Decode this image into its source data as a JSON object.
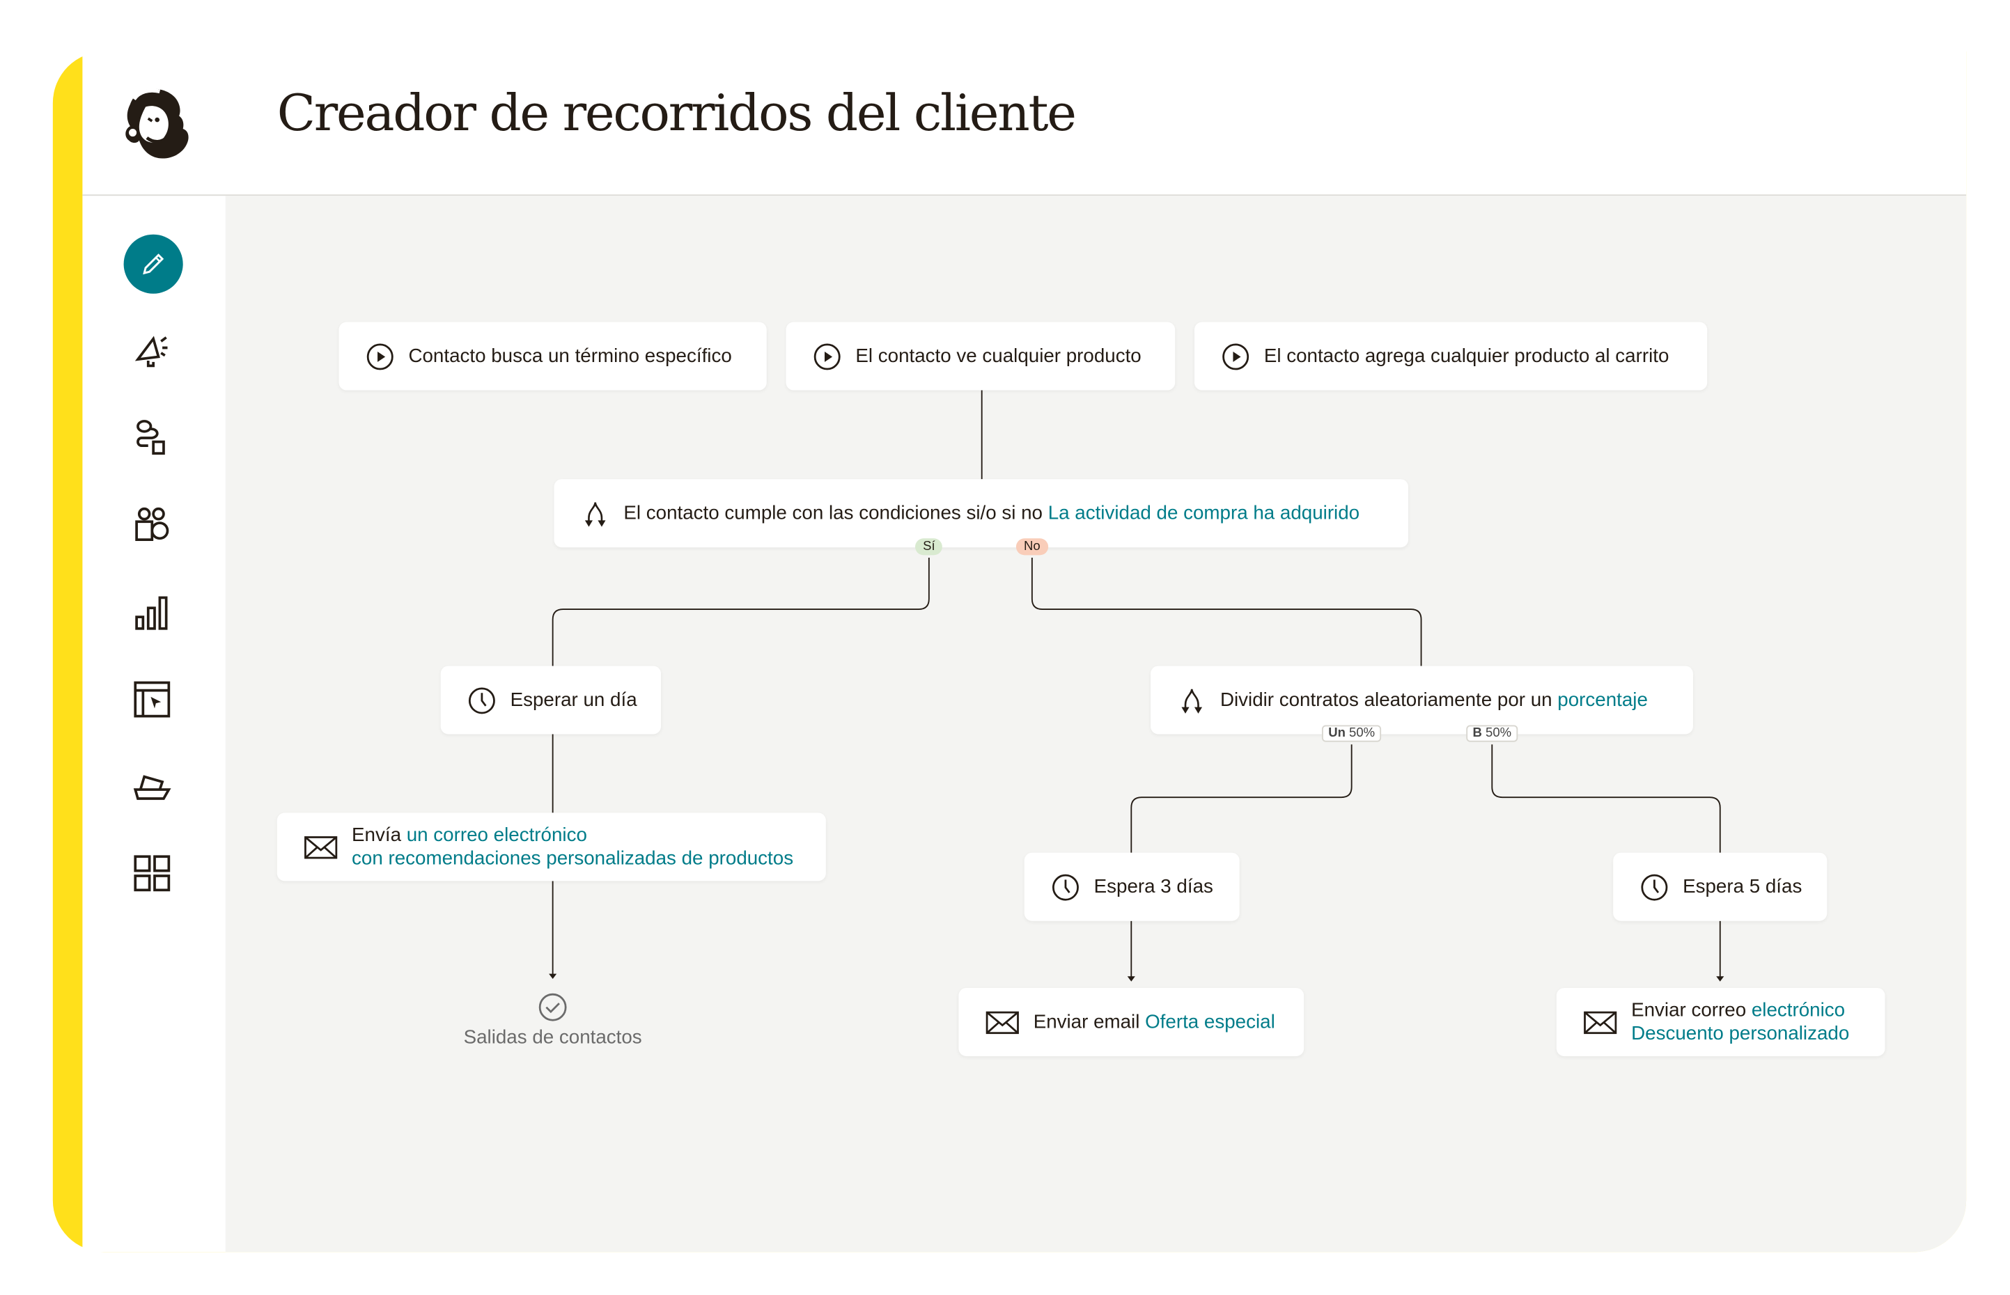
{
  "header": {
    "title": "Creador de recorridos del cliente",
    "logo": "mailchimp-freddie-logo"
  },
  "colors": {
    "accent": "#007c89",
    "yellow": "#ffe01b",
    "canvas": "#f4f4f2",
    "yes_badge": "#d9ead0",
    "no_badge": "#f9cdb9"
  },
  "sidebar": {
    "items": [
      {
        "icon": "pencil-icon",
        "active": true
      },
      {
        "icon": "megaphone-icon"
      },
      {
        "icon": "automation-icon"
      },
      {
        "icon": "audience-icon"
      },
      {
        "icon": "bar-chart-icon"
      },
      {
        "icon": "website-icon"
      },
      {
        "icon": "integrations-icon"
      },
      {
        "icon": "grid-icon"
      }
    ]
  },
  "triggers": [
    {
      "icon": "play-icon",
      "label": "Contacto busca un término específico"
    },
    {
      "icon": "play-icon",
      "label": "El contacto ve cualquier producto"
    },
    {
      "icon": "play-icon",
      "label": "El contacto agrega cualquier producto al carrito"
    }
  ],
  "condition": {
    "text": "El contacto cumple con las condiciones si/o si no",
    "link": "La actividad de compra ha adquirido",
    "yes": "Sí",
    "no": "No"
  },
  "yes_branch": {
    "wait": "Esperar un día",
    "email": {
      "text": "Envía",
      "link_line1": "un correo electrónico",
      "link_line2": "con recomendaciones personalizadas de productos"
    },
    "exit": "Salidas de contactos"
  },
  "no_branch": {
    "split": {
      "text": "Dividir contratos aleatoriamente por un",
      "link": "porcentaje",
      "a_label": "Un",
      "a_pct": "50%",
      "b_label": "B",
      "b_pct": "50%"
    },
    "a": {
      "wait": "Espera 3 días",
      "email_text": "Enviar email",
      "email_link": "Oferta especial"
    },
    "b": {
      "wait": "Espera 5 días",
      "email_text": "Enviar correo",
      "email_link1": "electrónico",
      "email_link2": "Descuento personalizado"
    }
  }
}
